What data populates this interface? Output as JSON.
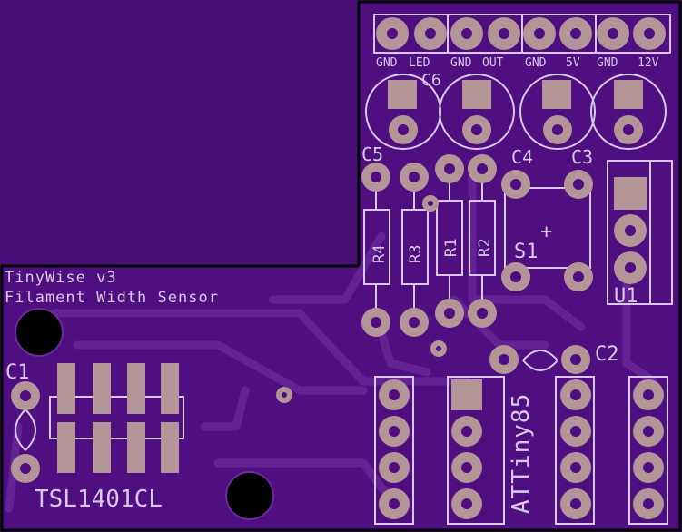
{
  "board": {
    "title_line1": "TinyWise v3",
    "title_line2": "Filament Width Sensor",
    "colors": {
      "background": "#4a0f76",
      "board": "#4f0f80",
      "outline": "#000000",
      "silk": "#d6c8e6",
      "copper": "#b39497",
      "trace": "#6b2a9b",
      "hole": "#000000"
    }
  },
  "header_labels": [
    "GND",
    "LED",
    "GND",
    "OUT",
    "GND",
    "5V",
    "GND",
    "12V"
  ],
  "refs": {
    "c1": "C1",
    "c2": "C2",
    "c3": "C3",
    "c4": "C4",
    "c5": "C5",
    "c6": "C6",
    "r1": "R1",
    "r2": "R2",
    "r3": "R3",
    "r4": "R4",
    "s1": "S1",
    "u1": "U1",
    "plus": "+",
    "attiny": "ATTiny85",
    "tsl": "TSL1401CL"
  }
}
